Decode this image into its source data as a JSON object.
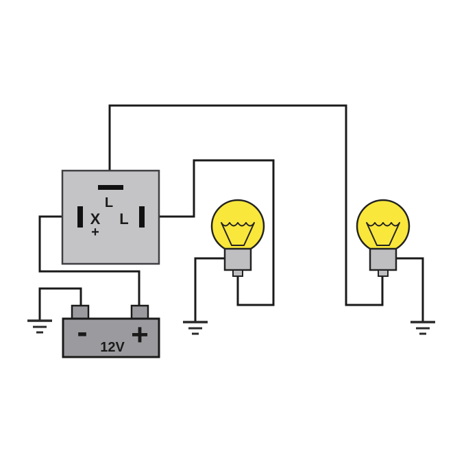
{
  "diagram_type": "flasher-relay-wiring-diagram",
  "relay": {
    "top_terminal_label": "L",
    "left_terminal_label": "X",
    "left_terminal_polarity": "+",
    "right_terminal_label": "L"
  },
  "battery": {
    "negative_label": "-",
    "positive_label": "+",
    "voltage": "12V"
  },
  "bulbs": [
    {
      "name": "indicator-bulb-left"
    },
    {
      "name": "indicator-bulb-right"
    }
  ],
  "grounds": [
    {
      "name": "ground-battery-negative"
    },
    {
      "name": "ground-bulb-left"
    },
    {
      "name": "ground-bulb-right"
    }
  ],
  "colors": {
    "background": "#ffffff",
    "wire": "#1a1a1a",
    "outline": "#222222",
    "terminal_black": "#111111",
    "relay_body": "#c4c4c7",
    "relay_border": "#3f3f42",
    "battery_body": "#9b9b9f",
    "bulb_glass": "#f9e73b",
    "bulb_base": "#bfbfc2"
  }
}
